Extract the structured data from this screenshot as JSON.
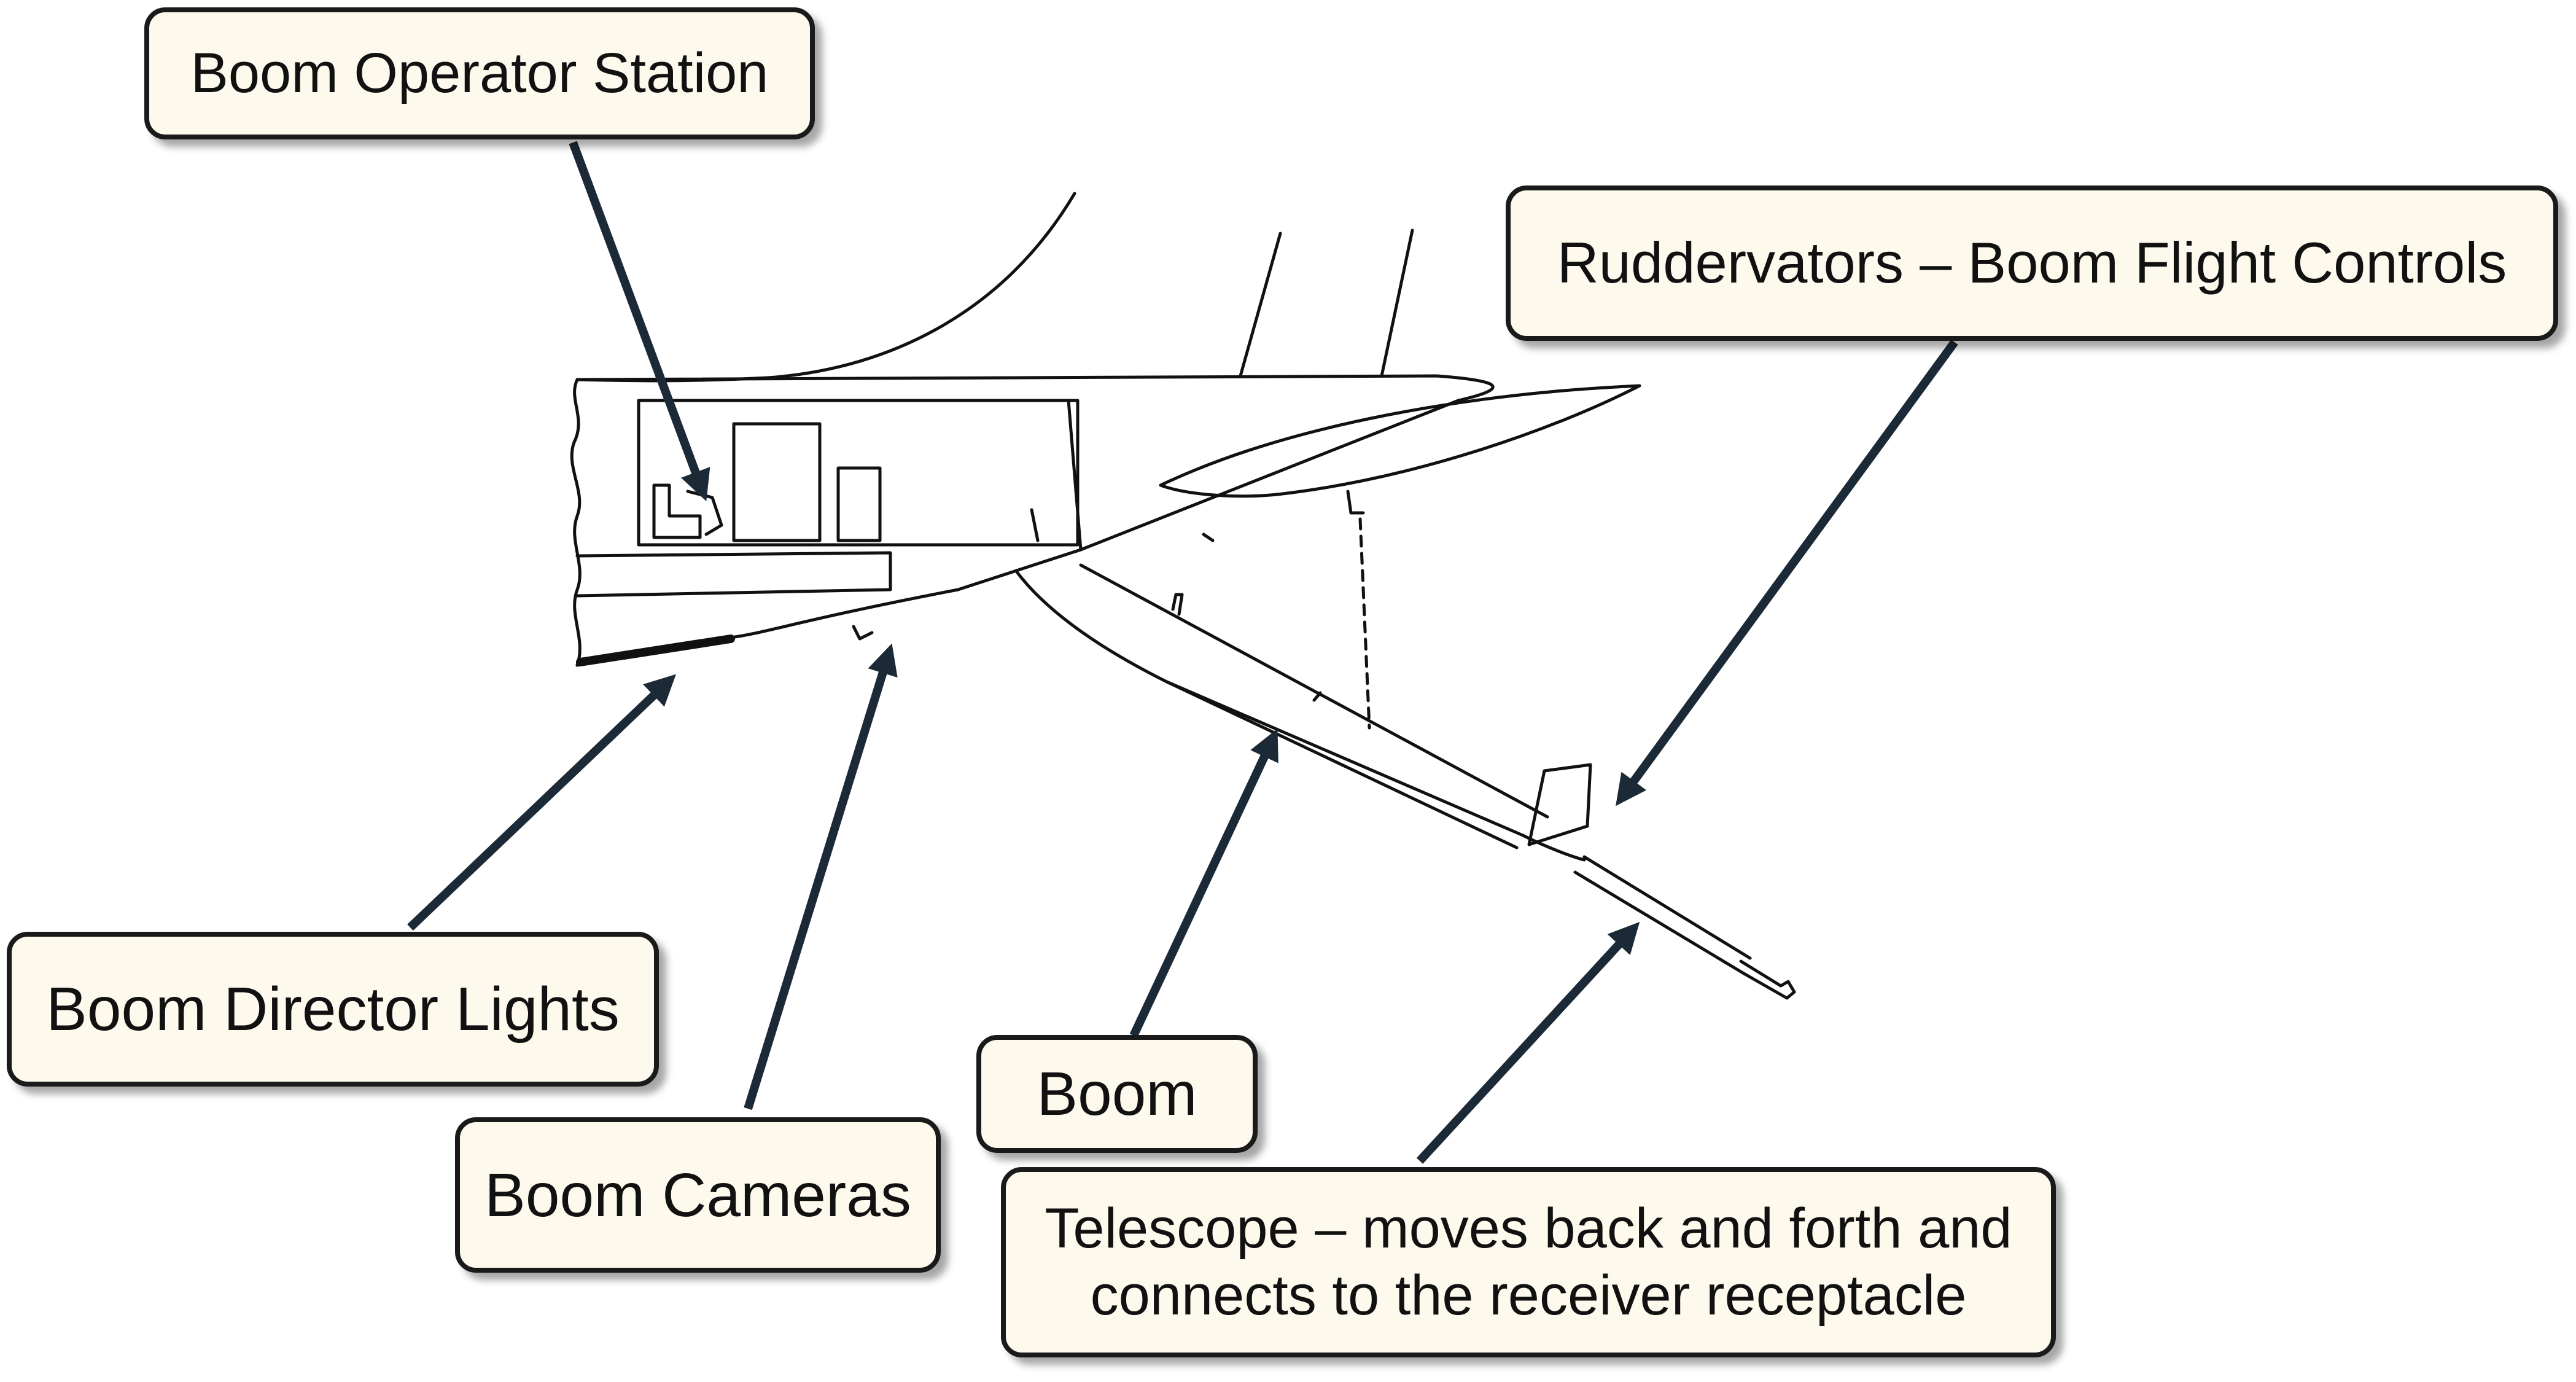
{
  "callouts": {
    "operator_station": "Boom Operator Station",
    "ruddervators": "Ruddervators – Boom Flight Controls",
    "director_lights": "Boom Director Lights",
    "cameras": "Boom Cameras",
    "boom": "Boom",
    "telescope_line1": "Telescope – moves back and forth and",
    "telescope_line2": "connects to the receiver receptacle"
  },
  "colors": {
    "callout_fill": "#fdf9ec",
    "callout_border": "#1a1a1a",
    "arrow": "#1b2a36",
    "drawing_line": "#111111"
  }
}
